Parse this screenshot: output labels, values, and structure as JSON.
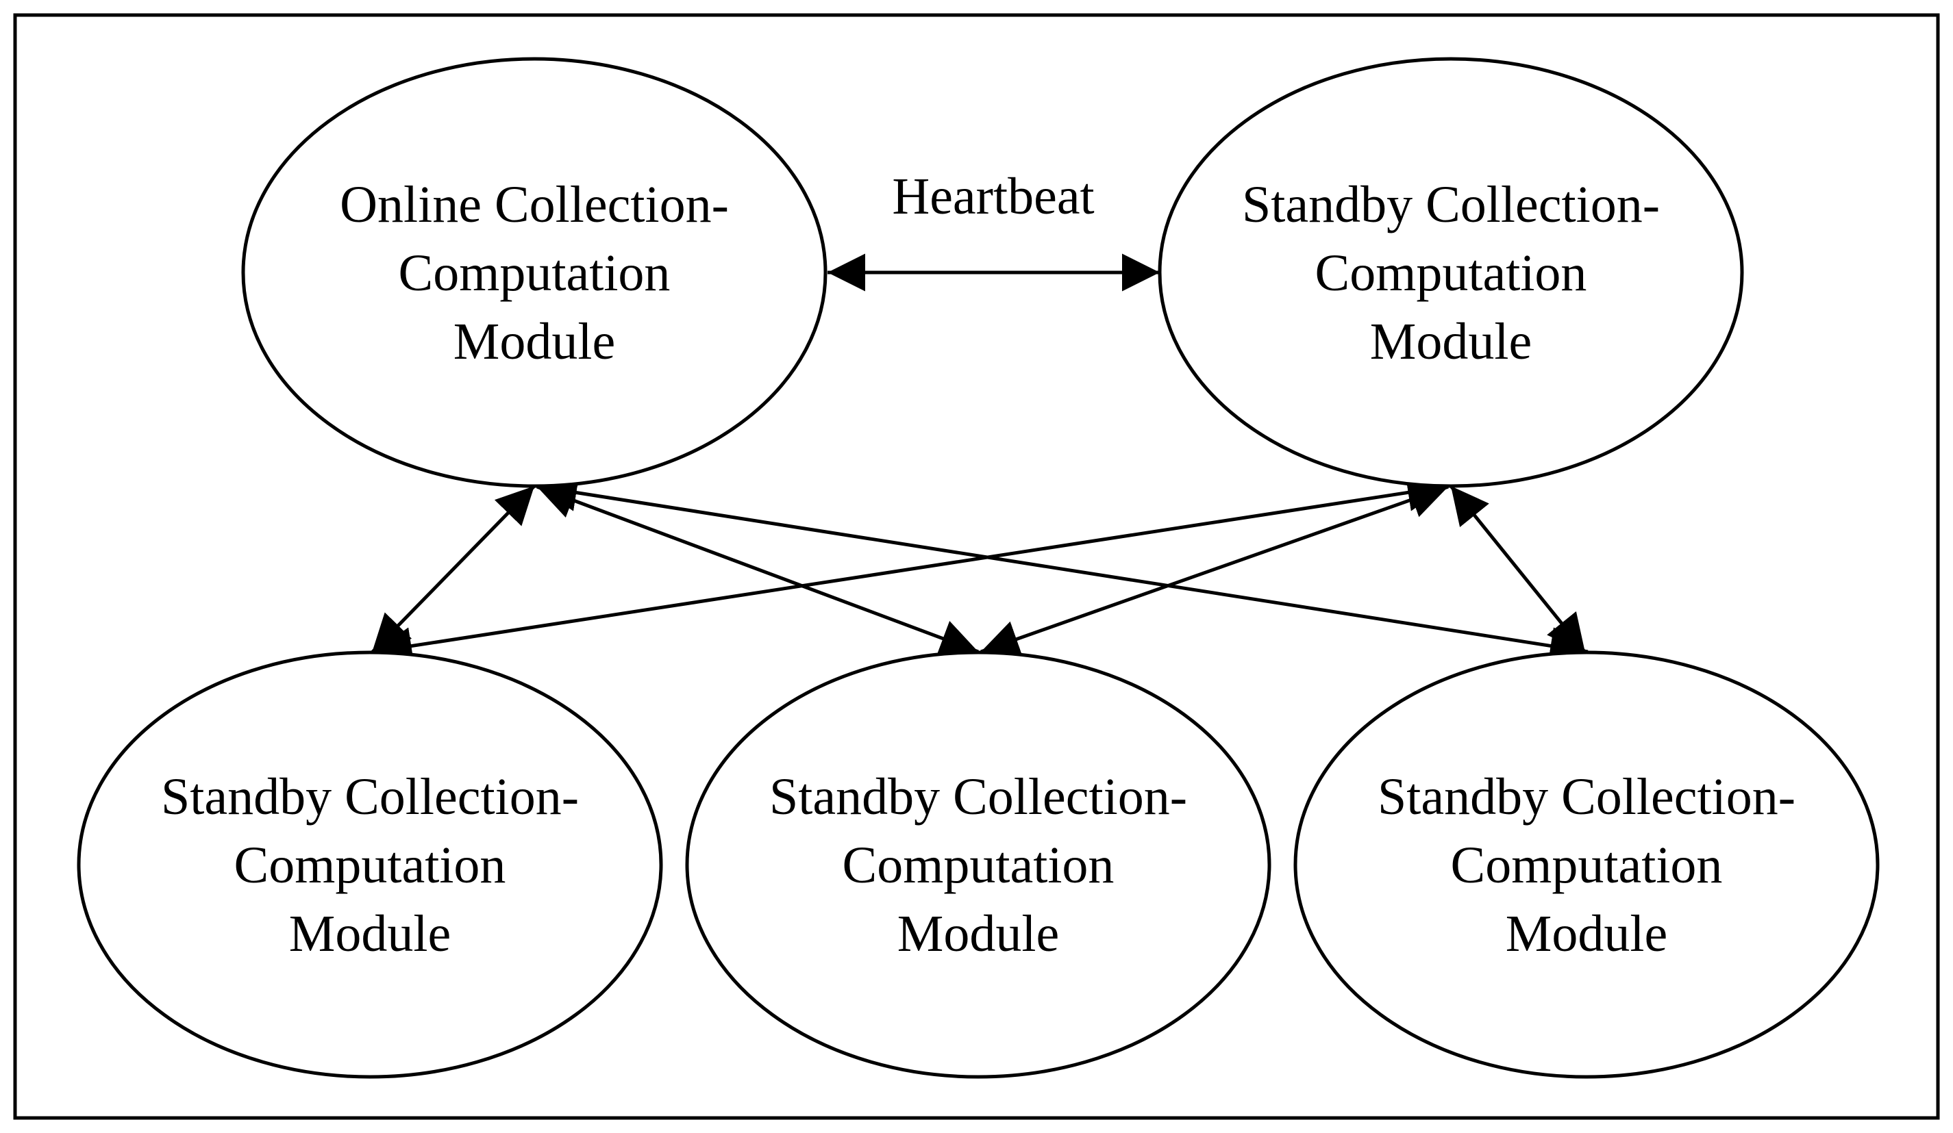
{
  "nodes": [
    {
      "id": "online",
      "lines": [
        "Online Collection-",
        "Computation",
        "Module"
      ]
    },
    {
      "id": "standby_top",
      "lines": [
        "Standby Collection-",
        "Computation",
        "Module"
      ]
    },
    {
      "id": "standby_bl",
      "lines": [
        "Standby Collection-",
        "Computation",
        "Module"
      ]
    },
    {
      "id": "standby_bm",
      "lines": [
        "Standby Collection-",
        "Computation",
        "Module"
      ]
    },
    {
      "id": "standby_br",
      "lines": [
        "Standby Collection-",
        "Computation",
        "Module"
      ]
    }
  ],
  "edges": [
    {
      "from": "online",
      "to": "standby_top",
      "label": "Heartbeat",
      "bidirectional": true
    },
    {
      "from": "online",
      "to": "standby_bl",
      "label": "",
      "bidirectional": true
    },
    {
      "from": "online",
      "to": "standby_bm",
      "label": "",
      "bidirectional": true
    },
    {
      "from": "online",
      "to": "standby_br",
      "label": "",
      "bidirectional": true
    },
    {
      "from": "standby_top",
      "to": "standby_bl",
      "label": "",
      "bidirectional": true
    },
    {
      "from": "standby_top",
      "to": "standby_bm",
      "label": "",
      "bidirectional": true
    },
    {
      "from": "standby_top",
      "to": "standby_br",
      "label": "",
      "bidirectional": true
    }
  ],
  "colors": {
    "stroke": "#000000",
    "fill": "#ffffff"
  }
}
